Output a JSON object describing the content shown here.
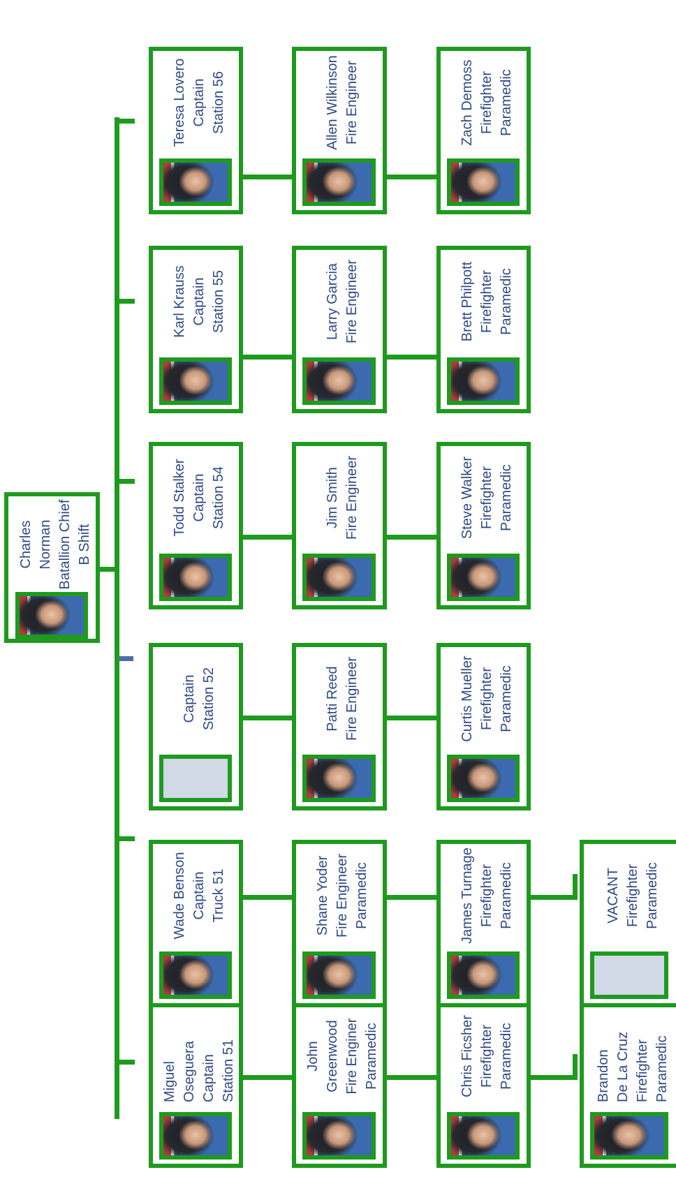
{
  "chief": {
    "lines": [
      "Charles",
      "Norman",
      "Batallion Chief",
      "B Shift"
    ]
  },
  "captains": [
    {
      "lines": [
        "Miguel",
        "Oseguera",
        "Captain",
        "Station 51"
      ],
      "photo": "portrait"
    },
    {
      "lines": [
        "Wade Benson",
        "Captain",
        "Truck 51"
      ],
      "photo": "portrait"
    },
    {
      "lines": [
        "Captain",
        "Station 52"
      ],
      "photo": "blank"
    },
    {
      "lines": [
        "Todd Stalker",
        "Captain",
        "Station 54"
      ],
      "photo": "portrait"
    },
    {
      "lines": [
        "Karl Krauss",
        "Captain",
        "Station 55"
      ],
      "photo": "portrait"
    },
    {
      "lines": [
        "Teresa Lovero",
        "Captain",
        "Station 56"
      ],
      "photo": "portrait"
    }
  ],
  "engineers": [
    {
      "lines": [
        "John",
        "Greenwood",
        "Fire Enginer",
        "Paramedic"
      ],
      "photo": "portrait"
    },
    {
      "lines": [
        "Shane Yoder",
        "Fire Engineer",
        "Paramedic"
      ],
      "photo": "portrait"
    },
    {
      "lines": [
        "Patti Reed",
        "Fire Engineer"
      ],
      "photo": "portrait"
    },
    {
      "lines": [
        "Jim Smith",
        "Fire Engineer"
      ],
      "photo": "portrait"
    },
    {
      "lines": [
        "Larry Garcia",
        "Fire Engineer"
      ],
      "photo": "portrait"
    },
    {
      "lines": [
        "Allen Wilkinson",
        "Fire Engineer"
      ],
      "photo": "portrait"
    }
  ],
  "firefighters": [
    {
      "lines": [
        "Chris Ficsher",
        "Firefighter",
        "Paramedic"
      ],
      "photo": "portrait"
    },
    {
      "lines": [
        "James Turnage",
        "Firefighter",
        "Paramedic"
      ],
      "photo": "portrait"
    },
    {
      "lines": [
        "Curtis Mueller",
        "Firefighter",
        "Paramedic"
      ],
      "photo": "portrait"
    },
    {
      "lines": [
        "Steve Walker",
        "Firefighter",
        "Paramedic"
      ],
      "photo": "portrait"
    },
    {
      "lines": [
        "Brett Philpott",
        "Firefighter",
        "Paramedic"
      ],
      "photo": "portrait"
    },
    {
      "lines": [
        "Zach Demoss",
        "Firefighter",
        "Paramedic"
      ],
      "photo": "portrait"
    }
  ],
  "extras": [
    {
      "lines": [
        "Brandon",
        "De La Cruz",
        "Firefighter",
        "Paramedic"
      ],
      "photo": "portrait"
    },
    {
      "lines": [
        "VACANT",
        "Firefighter",
        "Paramedic"
      ],
      "photo": "blank"
    }
  ],
  "colors": {
    "border": "#1e9a1e",
    "text": "#2e4a86",
    "placeholder": "#d1d8e6"
  }
}
